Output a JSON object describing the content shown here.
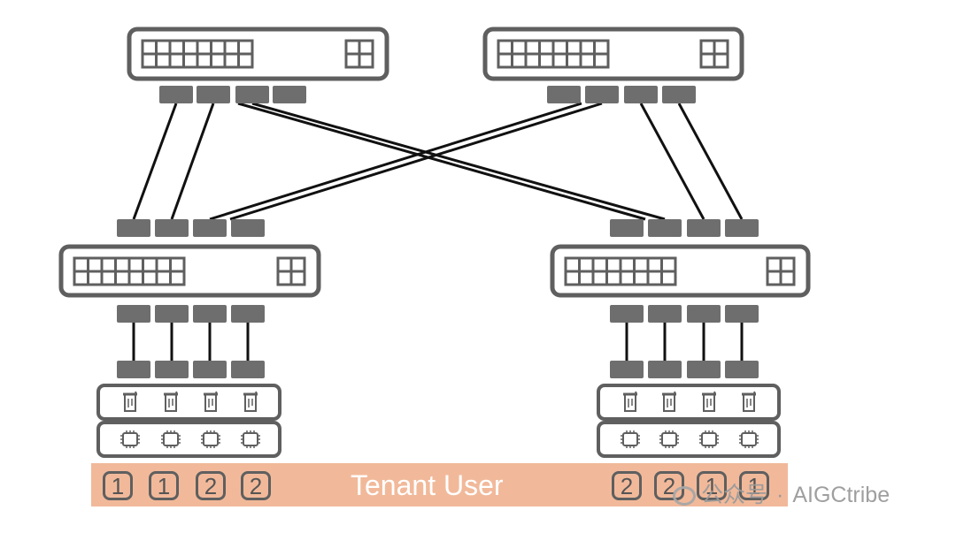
{
  "banner": {
    "label": "Tenant User",
    "color": "#f1b99a"
  },
  "tenants": {
    "left": [
      "1",
      "1",
      "2",
      "2"
    ],
    "right": [
      "2",
      "2",
      "1",
      "1"
    ]
  },
  "watermark": {
    "brand": "公众号",
    "separator": "·",
    "handle": "AIGCtribe",
    "icon": "wechat-icon"
  },
  "chip_label": "GPU",
  "colors": {
    "device_stroke": "#5f5f5f",
    "port_fill": "#6e6e6e",
    "link": "#111111",
    "badge_text": "#555555"
  }
}
